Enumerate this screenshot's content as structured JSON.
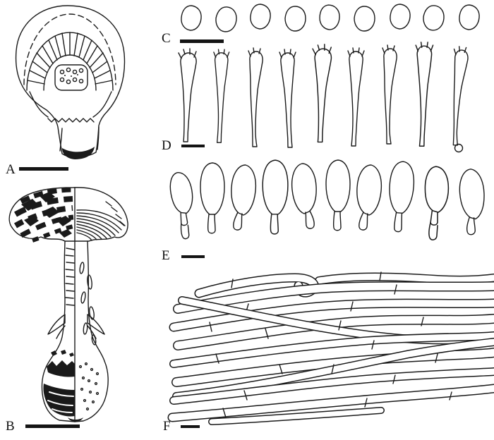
{
  "figure": {
    "background_color": "#ffffff",
    "ink_color": "#1a1a1a",
    "panels": [
      {
        "label": "A"
      },
      {
        "label": "B"
      },
      {
        "label": "C"
      },
      {
        "label": "D"
      },
      {
        "label": "E"
      },
      {
        "label": "F"
      }
    ]
  }
}
